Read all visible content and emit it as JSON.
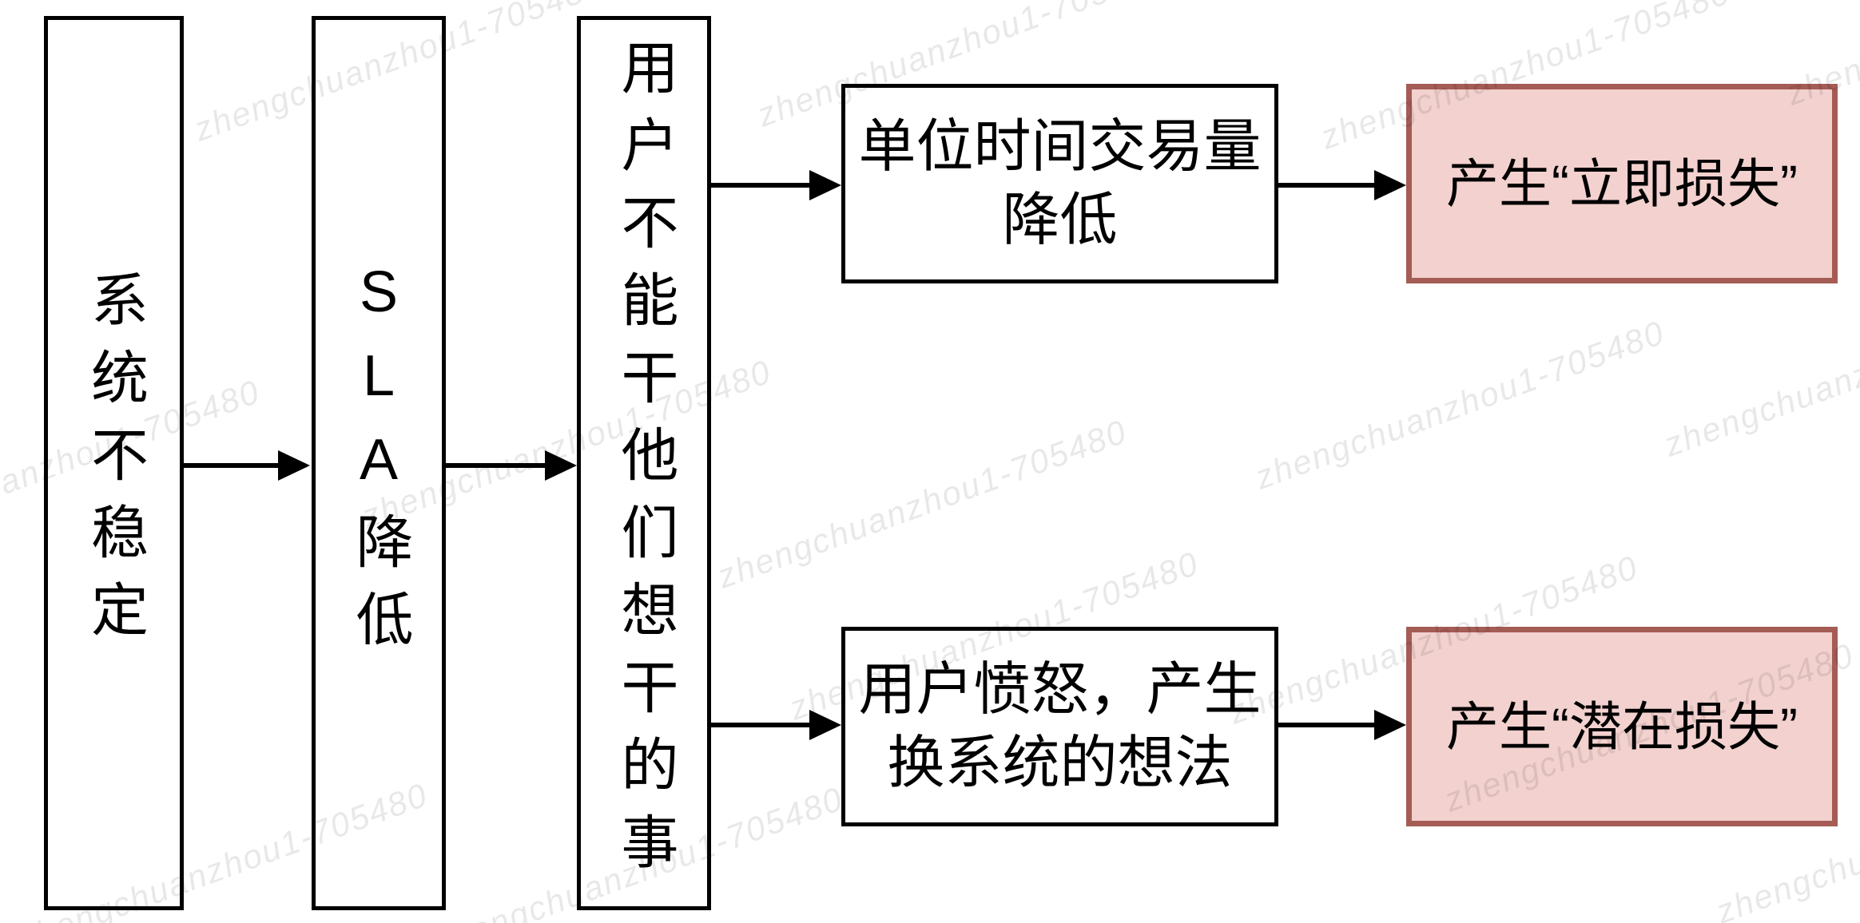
{
  "watermark": {
    "text": "zhengchuanzhou1-705480"
  },
  "diagram": {
    "type": "flowchart",
    "nodes": {
      "system_unstable": {
        "label": "系统不稳定"
      },
      "sla_drop": {
        "label": "SLA降低"
      },
      "users_blocked": {
        "label": "用户不能干他们想干的事"
      },
      "txn_volume_drop": {
        "lines": [
          "单位时间交易量",
          "降低"
        ]
      },
      "user_anger": {
        "lines": [
          "用户愤怒，产生",
          "换系统的想法"
        ]
      },
      "immediate_loss": {
        "label": "产生“立即损失”"
      },
      "potential_loss": {
        "label": "产生“潜在损失”"
      }
    },
    "edges": [
      {
        "from": "system_unstable",
        "to": "sla_drop"
      },
      {
        "from": "sla_drop",
        "to": "users_blocked"
      },
      {
        "from": "users_blocked",
        "to": "txn_volume_drop"
      },
      {
        "from": "txn_volume_drop",
        "to": "immediate_loss"
      },
      {
        "from": "users_blocked",
        "to": "user_anger"
      },
      {
        "from": "user_anger",
        "to": "potential_loss"
      }
    ],
    "colors": {
      "box_border": "#000000",
      "box_fill": "#ffffff",
      "loss_fill": "#f2d1ce",
      "loss_border": "#a45c54",
      "arrow": "#000000",
      "watermark": "rgba(0,0,0,0.09)"
    }
  }
}
